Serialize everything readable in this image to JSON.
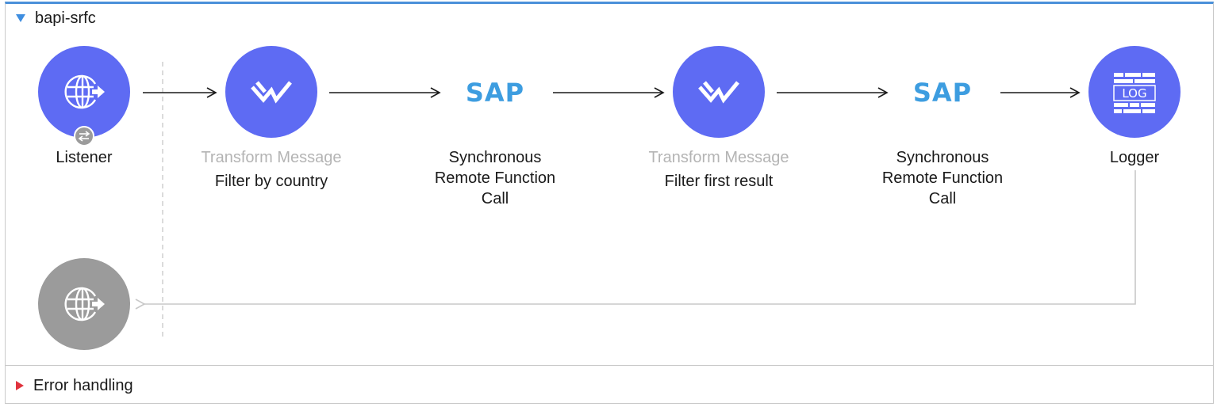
{
  "flow": {
    "name": "bapi-srfc",
    "error_handling_label": "Error handling"
  },
  "components": {
    "listener": {
      "name": "Listener",
      "icon": "globe-arrow-icon"
    },
    "transform1": {
      "kind": "Transform Message",
      "name": "Filter by country",
      "icon": "dataweave-icon"
    },
    "sap1": {
      "logo": "SAP",
      "line1": "Synchronous",
      "line2": "Remote Function",
      "line3": "Call"
    },
    "transform2": {
      "kind": "Transform Message",
      "name": "Filter first result",
      "icon": "dataweave-icon"
    },
    "sap2": {
      "logo": "SAP",
      "line1": "Synchronous",
      "line2": "Remote Function",
      "line3": "Call"
    },
    "logger": {
      "name": "Logger",
      "icon": "log-icon",
      "icon_text": "LOG"
    },
    "response": {
      "icon": "globe-arrow-icon"
    }
  },
  "colors": {
    "component": "#5e6bf3",
    "response": "#9b9b9b",
    "sap": "#3d9de0",
    "accent_top": "#4a90d9",
    "collapsed_triangle": "#e0333e"
  }
}
